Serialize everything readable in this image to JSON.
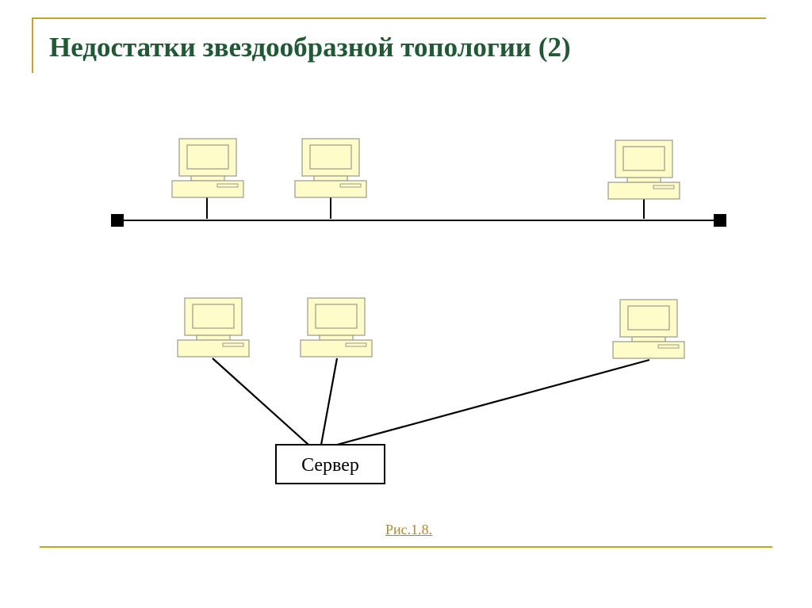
{
  "slide": {
    "title": "Недостатки звездообразной топологии (2)",
    "caption": "Рис.1.8. ",
    "accent_color": "#c9a227",
    "title_color": "#1f5a34"
  },
  "bus_network": {
    "computers": [
      {
        "icon": "computer-icon"
      },
      {
        "icon": "computer-icon"
      },
      {
        "icon": "computer-icon"
      }
    ],
    "terminators": 2
  },
  "star_network": {
    "computers": [
      {
        "icon": "computer-icon"
      },
      {
        "icon": "computer-icon"
      },
      {
        "icon": "computer-icon"
      }
    ],
    "server": {
      "label": "Сервер"
    }
  },
  "colors": {
    "computer_fill": "#fefcc8",
    "computer_stroke": "#9a9a8a",
    "line": "#000000"
  }
}
